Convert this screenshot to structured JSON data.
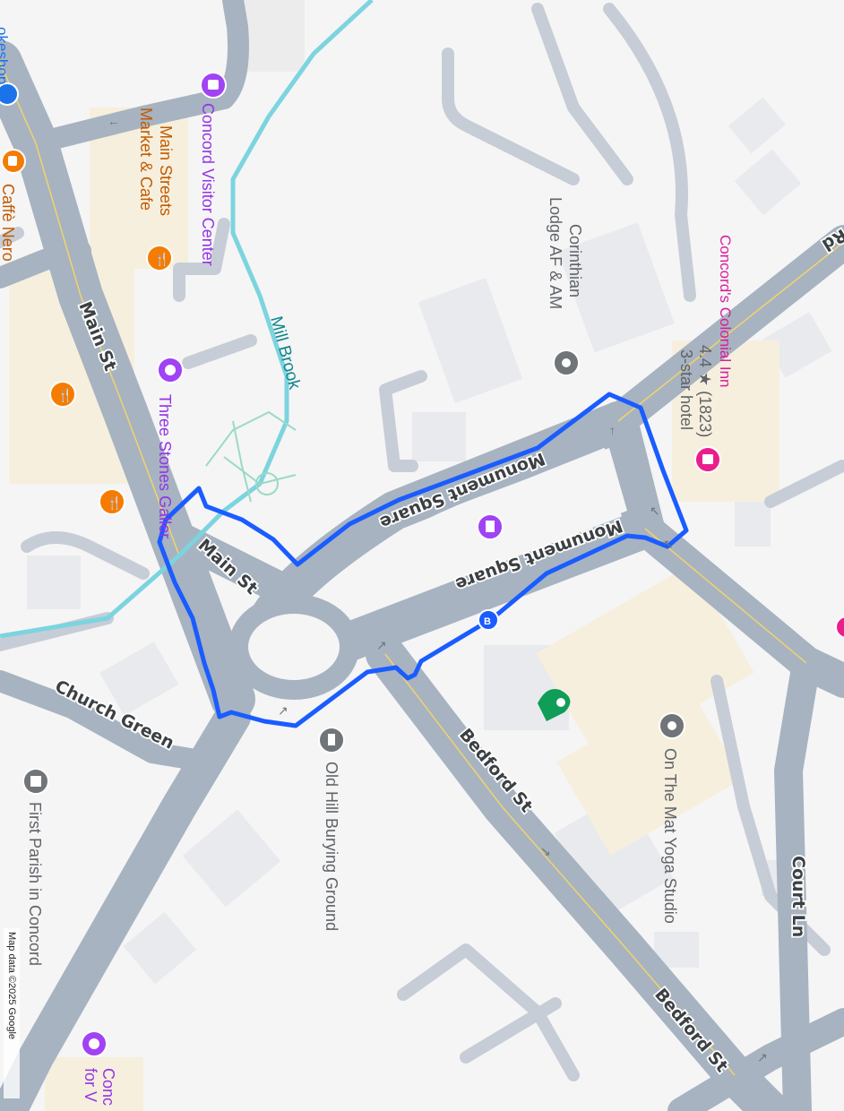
{
  "map": {
    "attribution": "Map data ©2025 Google",
    "streets": {
      "main_st_upper": "Main St",
      "main_st_lower": "Main St",
      "monument_square_north": "Monument Square",
      "monument_square_south": "Monument Square",
      "bedford_st_upper": "Bedford St",
      "bedford_st_lower": "Bedford St",
      "church_green": "Church Green",
      "court_ln": "Court Ln",
      "rd_partial": "Rd"
    },
    "water": {
      "mill_brook": "Mill Brook"
    },
    "pois": {
      "visitor_center": "Concord Visitor Center",
      "main_streets_line1": "Main Streets",
      "main_streets_line2": "Market & Cafe",
      "caffe_nero": "Caffè Nero",
      "lakeshop_partial": "okeshop",
      "three_stones": "Three Stones Galler",
      "corinthian_line1": "Corinthian",
      "corinthian_line2": "Lodge AF & AM",
      "colonial_inn_name": "Concord's Colonial Inn",
      "colonial_inn_rating": "4.4 ★ (1823)",
      "colonial_inn_class": "3-star hotel",
      "old_hill": "Old Hill Burying Ground",
      "on_the_mat": "On The Mat Yoga Studio",
      "first_parish": "First Parish in Concord",
      "conc_partial_line1": "Conc",
      "conc_partial_line2": "for V"
    },
    "route_color": "#1a5cff",
    "marker_color": "#0f9d58"
  }
}
